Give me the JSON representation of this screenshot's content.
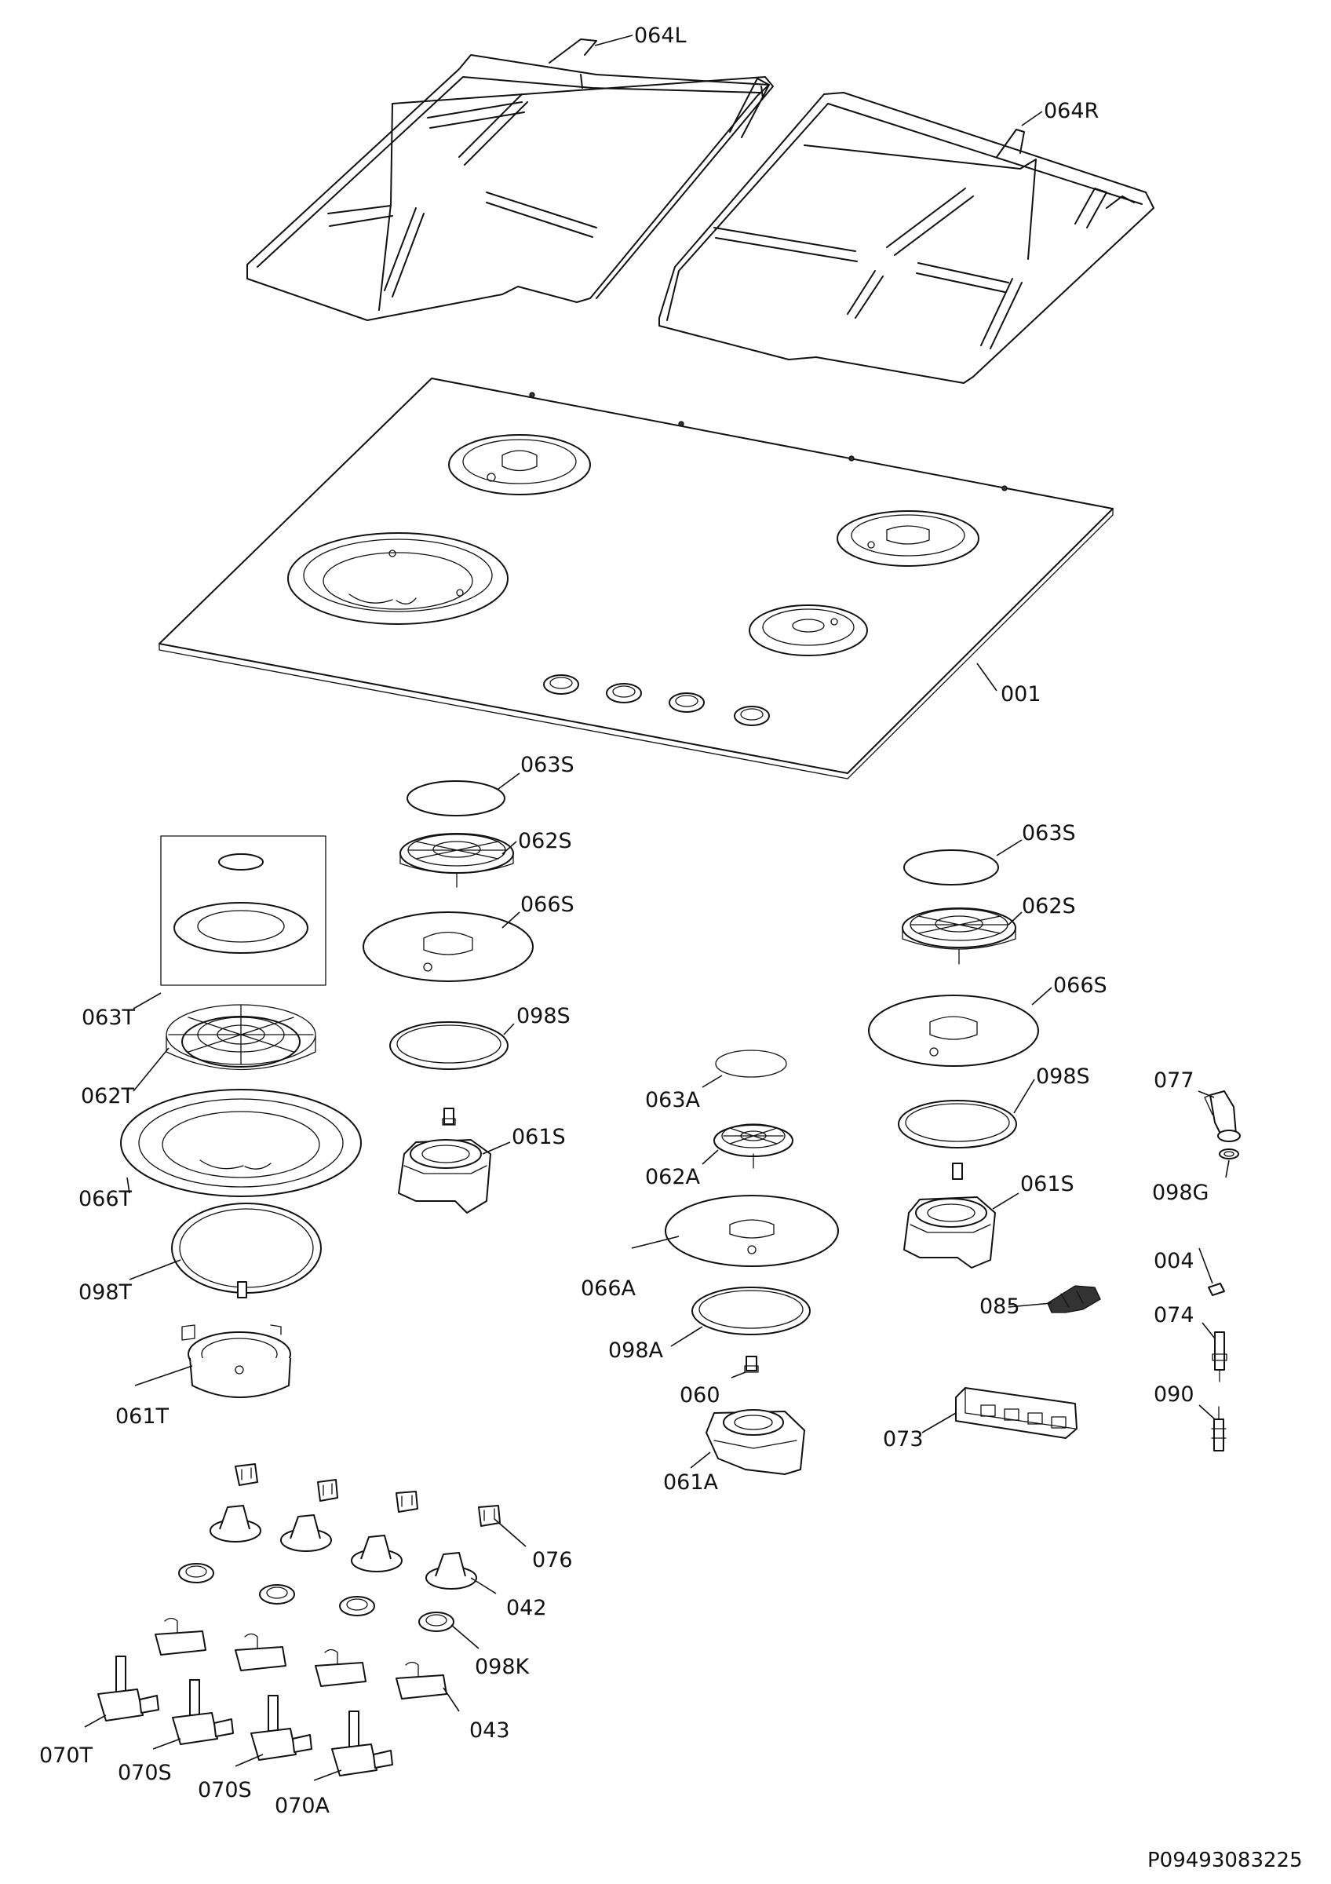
{
  "document_code": "P09493083225",
  "labels": {
    "grid_left": "064L",
    "grid_right": "064R",
    "hob_top": "001",
    "cap_semi_top": "063S",
    "crown_semi_top": "062S",
    "spill_semi_top": "066S",
    "cap_triple": "063T",
    "crown_triple": "062T",
    "ring_semi_left": "098S",
    "body_semi_left": "061S",
    "cap_semi_right": "063S",
    "crown_semi_right": "062S",
    "spill_semi_right": "066S",
    "ring_semi_right": "098S",
    "body_semi_right": "061S",
    "cap_aux": "063A",
    "crown_aux": "062A",
    "spill_triple": "066T",
    "ring_triple": "098T",
    "body_triple": "061T",
    "spill_aux": "066A",
    "ring_aux": "098A",
    "injector": "060",
    "body_aux": "061A",
    "elbow": "077",
    "gasket": "098G",
    "clip": "004",
    "ignition_unit": "085",
    "thermocouple": "074",
    "ignition_plug": "090",
    "switch_block": "073",
    "spring": "076",
    "knob": "042",
    "bezel": "098K",
    "microswitch": "043",
    "valve_triple": "070T",
    "valve_semi_1": "070S",
    "valve_semi_2": "070S",
    "valve_aux": "070A"
  }
}
